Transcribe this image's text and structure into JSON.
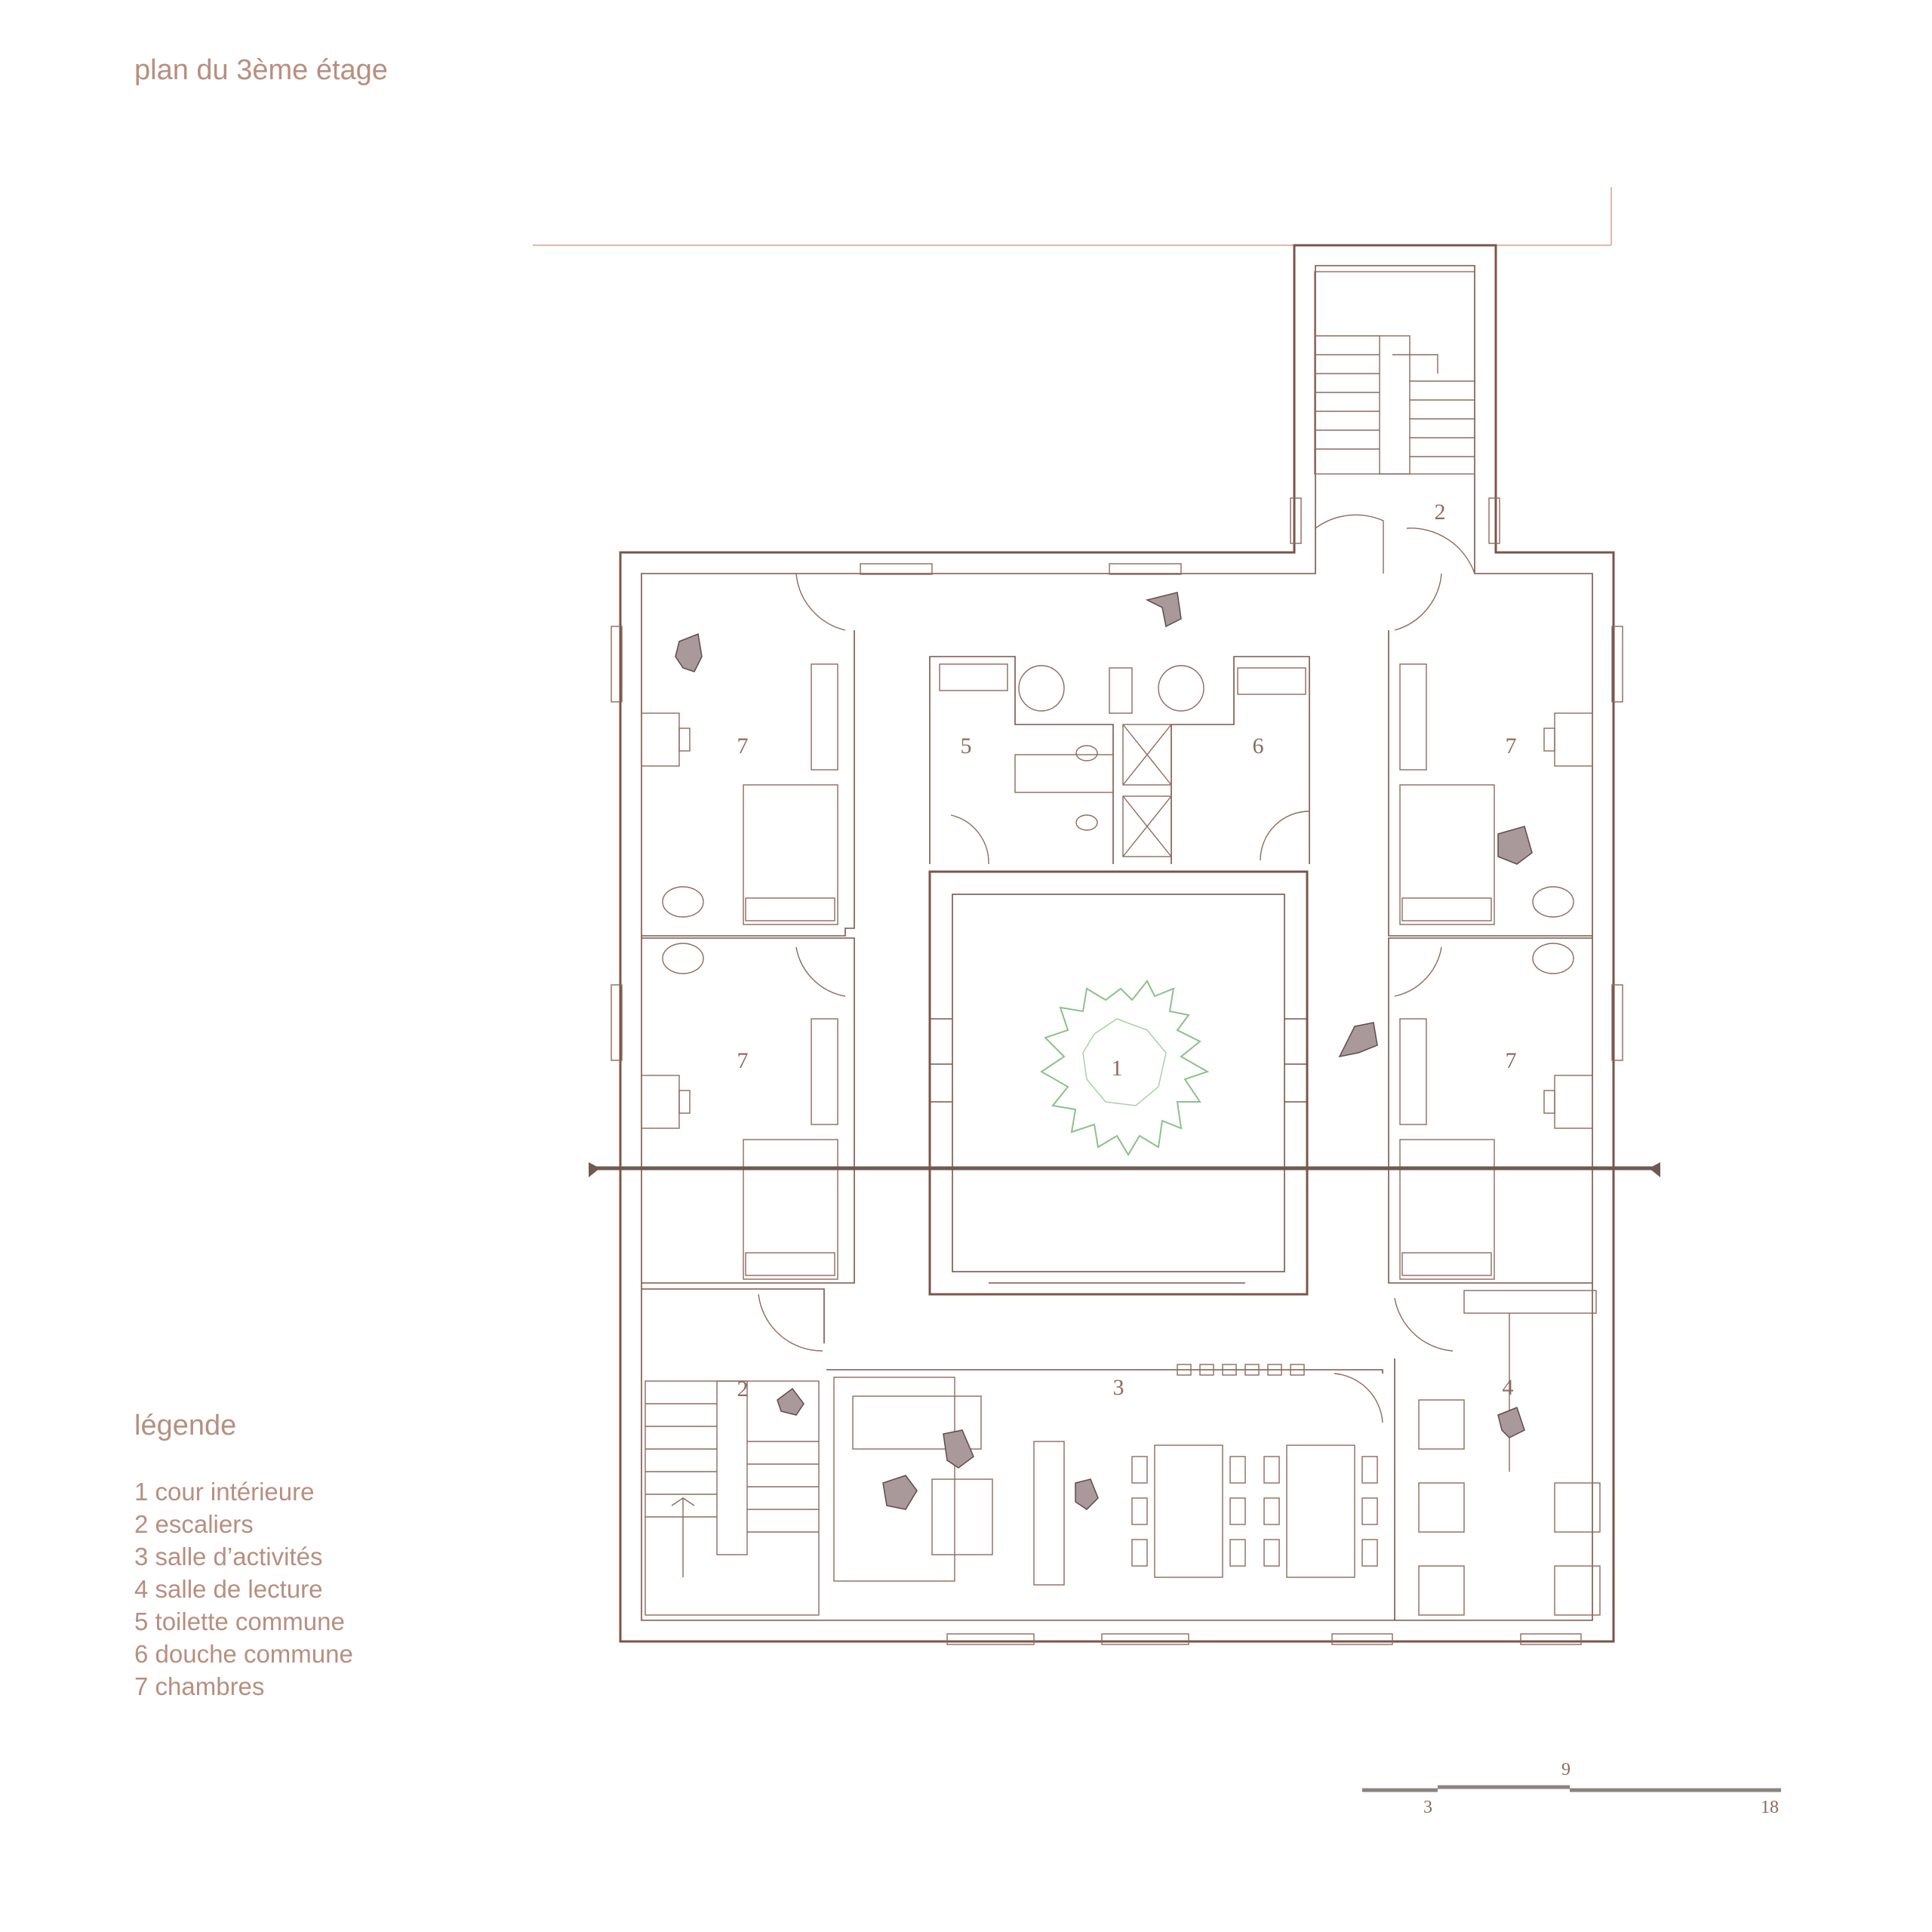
{
  "title": "plan du 3ème étage",
  "legend": {
    "heading": "légende",
    "items": [
      "1 cour intérieure",
      "2 escaliers",
      "3 salle d’activités",
      "4 salle de lecture",
      "5 toilette commune",
      "6 douche commune",
      "7 chambres"
    ]
  },
  "room_numbers": {
    "courtyard": "1",
    "stair_top": "2",
    "stair_bottom": "2",
    "activity_room": "3",
    "reading_room": "4",
    "toilet": "5",
    "shower": "6",
    "room_nw": "7",
    "room_ne": "7",
    "room_w": "7",
    "room_e": "7"
  },
  "scale_bar": {
    "labels": [
      "3",
      "9",
      "18"
    ]
  },
  "colors": {
    "walls": "#7a5548",
    "text": "#b78f80",
    "tree": "#8cc08a",
    "people": "#a9999a"
  }
}
